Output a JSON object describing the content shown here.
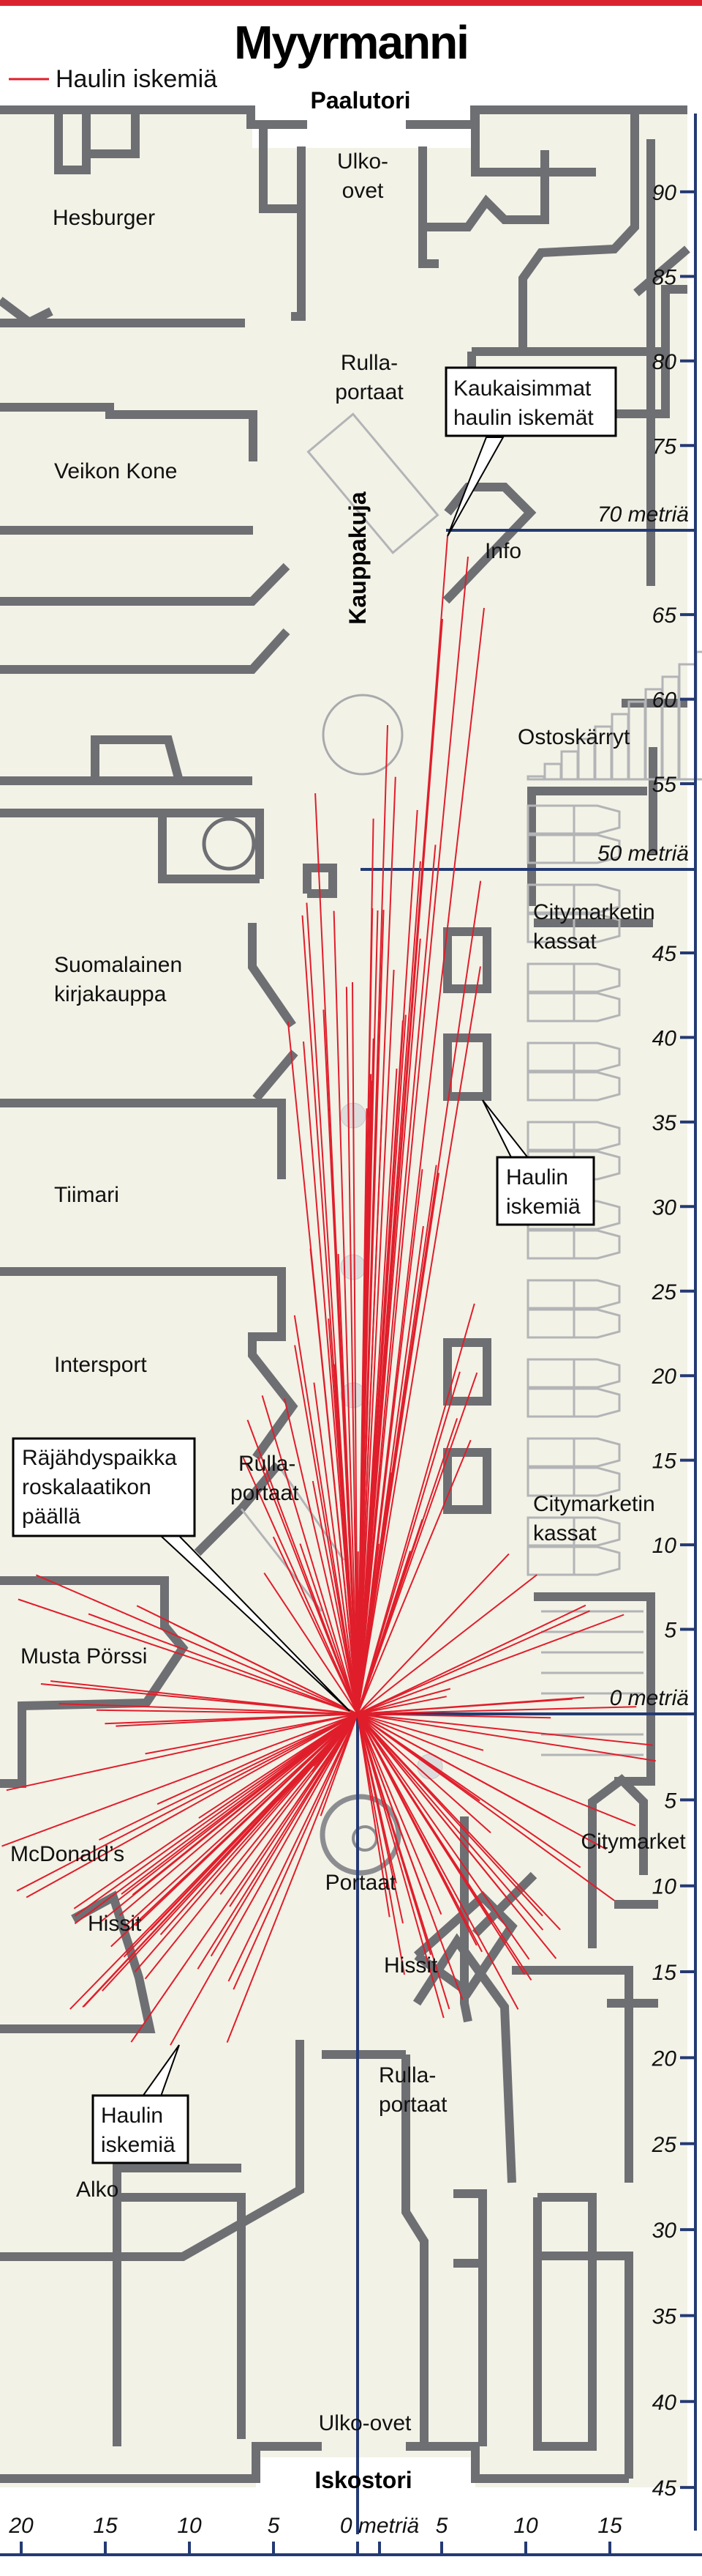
{
  "title": "Myyrmanni",
  "legend": {
    "label": "Haulin iskemiä",
    "color": "#e01e2b"
  },
  "colors": {
    "floor": "#f3f2e7",
    "walls": "#6e6f73",
    "scale": "#243a73",
    "accent_bar": "#d9232e"
  },
  "places": {
    "paalutori": "Paalutori",
    "iskostori": "Iskostori",
    "kauppakuja": "Kauppakuja"
  },
  "labels": {
    "hesburger": "Hesburger",
    "ulko_ovet_top_1": "Ulko-",
    "ulko_ovet_top_2": "ovet",
    "rullaportaat_top_1": "Rulla-",
    "rullaportaat_top_2": "portaat",
    "veikon_kone": "Veikon Kone",
    "info": "Info",
    "ostoskarryt": "Ostoskärryt",
    "suomalainen_1": "Suomalainen",
    "suomalainen_2": "kirjakauppa",
    "citymarketin_kassat_1a": "Citymarketin",
    "citymarketin_kassat_1b": "kassat",
    "tiimari": "Tiimari",
    "intersport": "Intersport",
    "rullaportaat_mid_1": "Rulla-",
    "rullaportaat_mid_2": "portaat",
    "citymarketin_kassat_2a": "Citymarketin",
    "citymarketin_kassat_2b": "kassat",
    "musta_porssi": "Musta Pörssi",
    "mcdonalds": "McDonald’s",
    "hissit_left": "Hissit",
    "portaat": "Portaat",
    "citymarket": "Citymarket",
    "hissit_right": "Hissit",
    "rullaportaat_bottom_1": "Rulla-",
    "rullaportaat_bottom_2": "portaat",
    "alko": "Alko",
    "ulko_ovet_bottom": "Ulko-ovet"
  },
  "callouts": {
    "farthest_1": "Kaukaisimmat",
    "farthest_2": "haulin iskemät",
    "hits_right_1": "Haulin",
    "hits_right_2": "iskemiä",
    "blast_1": "Räjähdyspaikka",
    "blast_2": "roskalaatikon",
    "blast_3": "päällä",
    "hits_left_1": "Haulin",
    "hits_left_2": "iskemiä"
  },
  "scale": {
    "unit_label_0": "0 metriä",
    "unit_label_50": "50 metriä",
    "unit_label_70": "70 metriä",
    "vertical_up": [
      "90",
      "85",
      "80",
      "75",
      "65",
      "60",
      "55",
      "45",
      "40",
      "35",
      "30",
      "25",
      "20",
      "15",
      "10",
      "5"
    ],
    "vertical_down": [
      "5",
      "10",
      "15",
      "20",
      "25",
      "30",
      "35",
      "40",
      "45"
    ],
    "horizontal_left": [
      "20",
      "15",
      "10",
      "5"
    ],
    "horizontal_zero": "0 metriä",
    "horizontal_right": [
      "5",
      "10",
      "15"
    ]
  }
}
